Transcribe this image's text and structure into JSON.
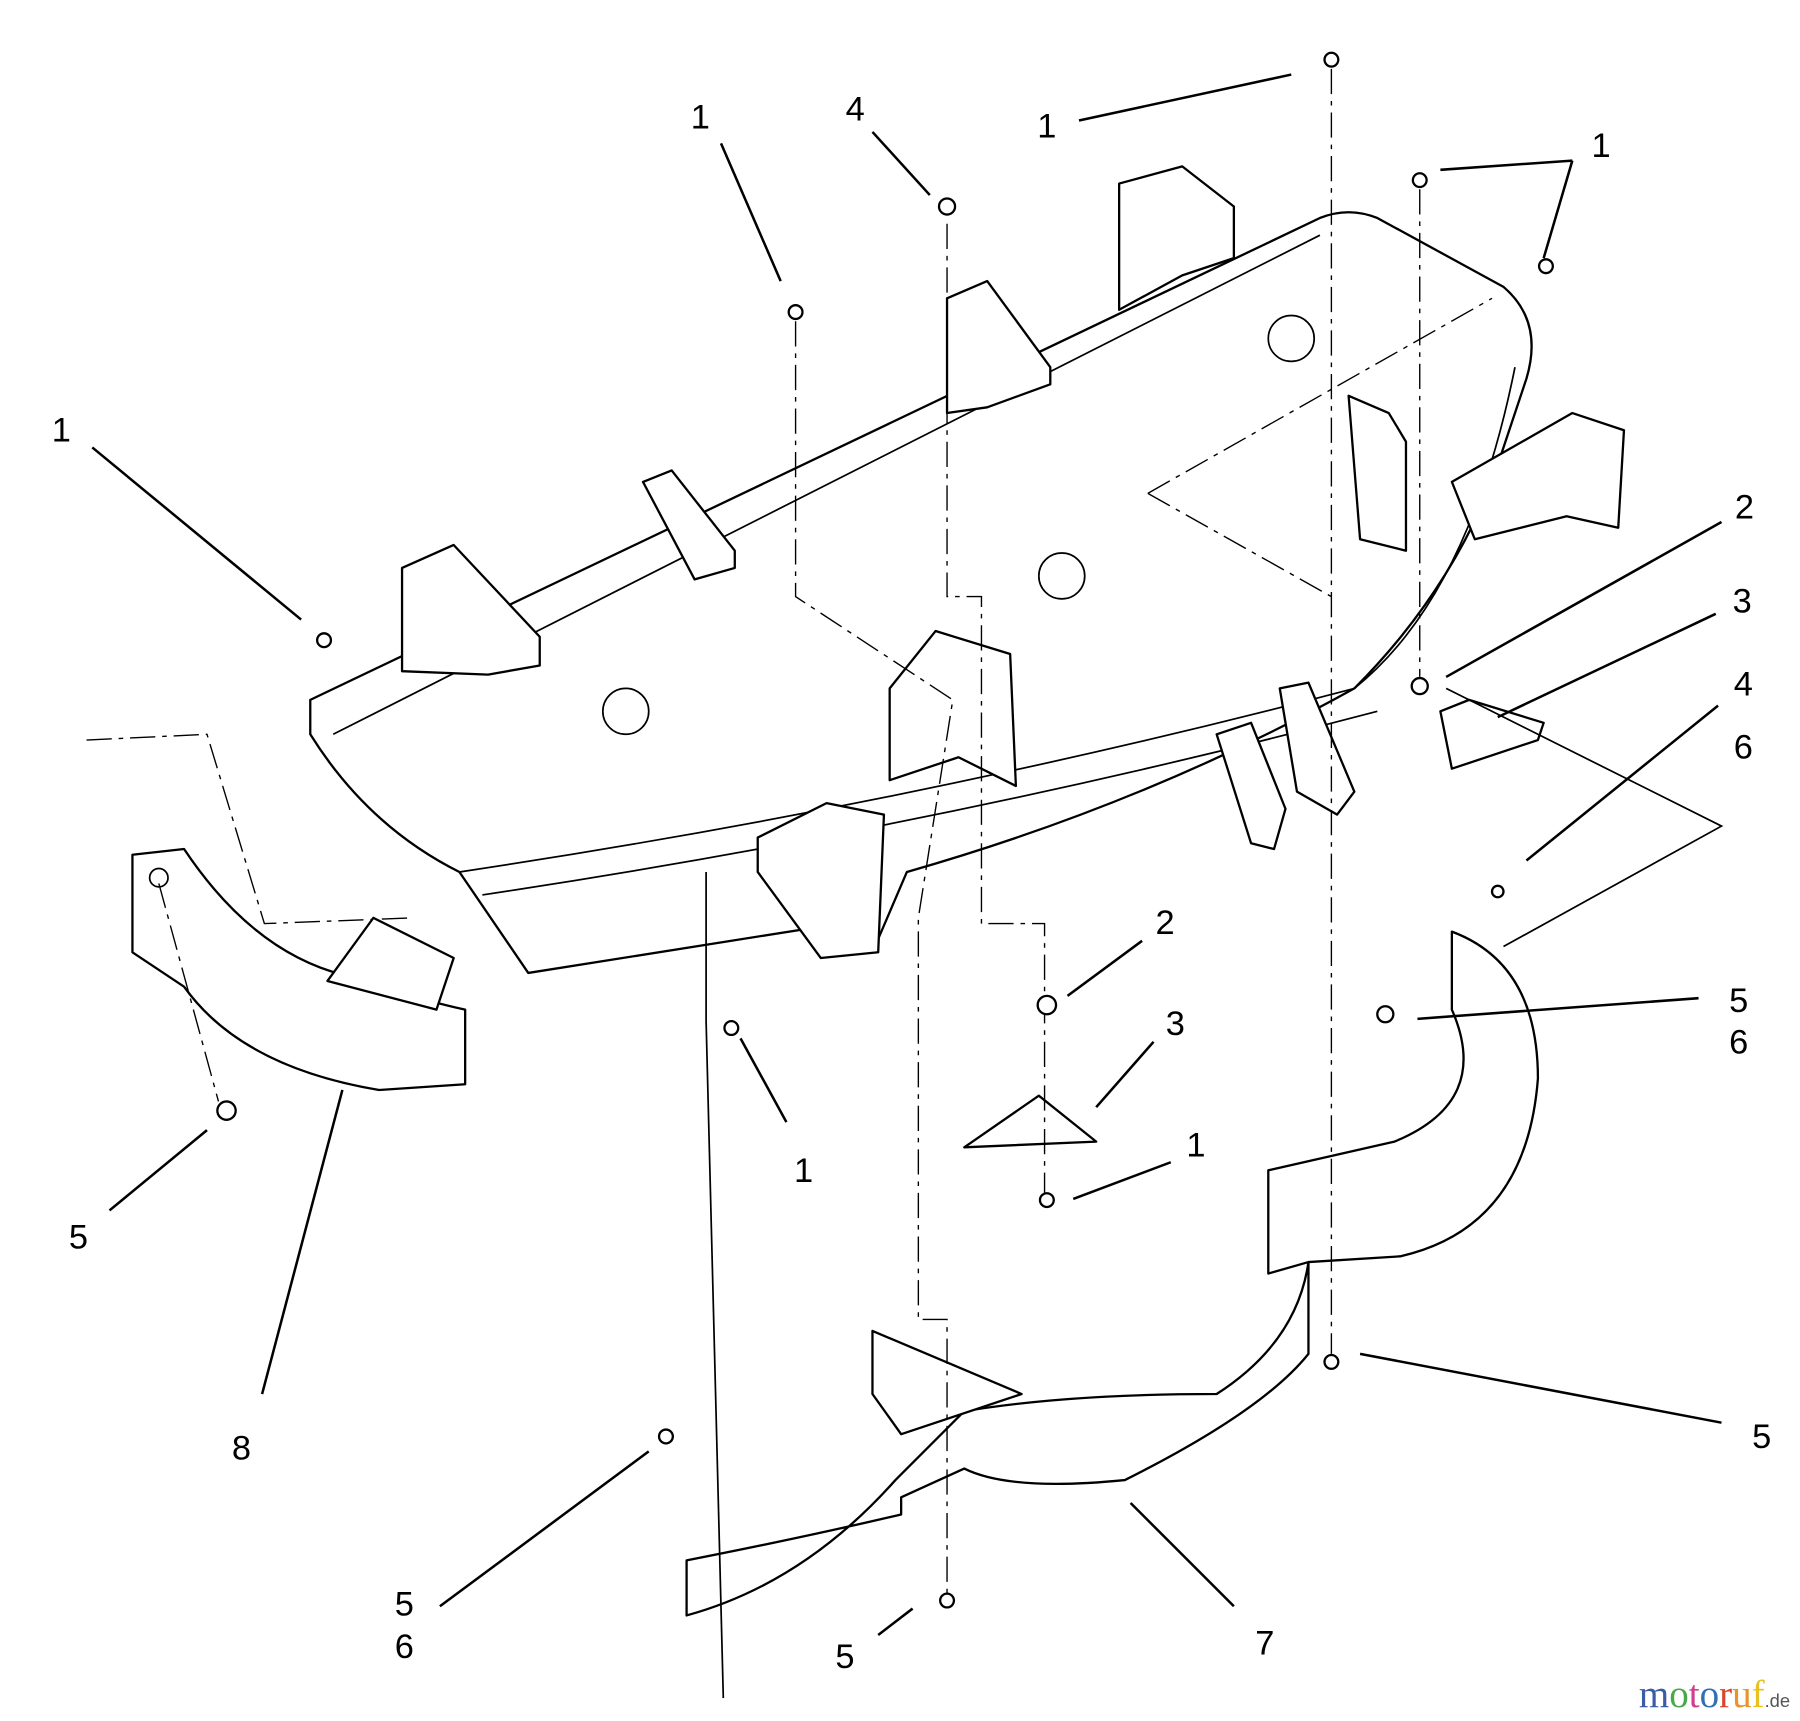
{
  "diagram": {
    "type": "exploded parts diagram",
    "callouts": [
      "1",
      "1",
      "1",
      "4",
      "1",
      "2",
      "3",
      "4",
      "6",
      "2",
      "5",
      "6",
      "3",
      "1",
      "1",
      "5",
      "8",
      "5",
      "5",
      "6",
      "5",
      "7"
    ]
  },
  "watermark": {
    "brand": "motoruf",
    "suffix": ".de"
  },
  "colors": {
    "line": "#000000",
    "background": "#ffffff"
  }
}
